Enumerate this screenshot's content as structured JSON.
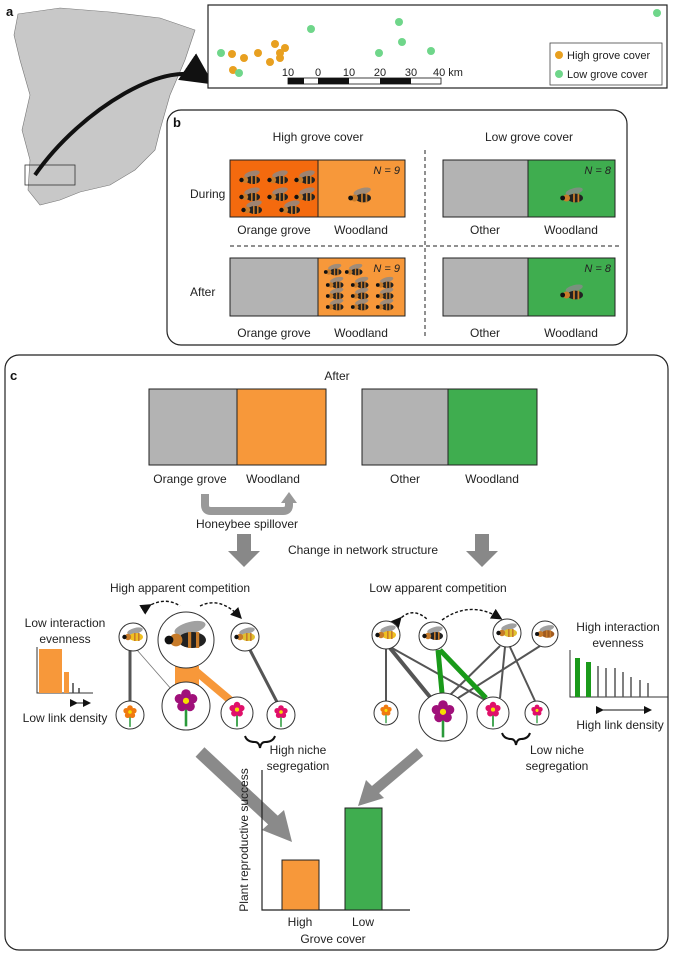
{
  "panel_a": {
    "label": "a",
    "scale_ticks": [
      "10",
      "0",
      "10",
      "20",
      "30",
      "40 km"
    ],
    "legend": [
      {
        "label": "High grove cover",
        "color": "#e8a020"
      },
      {
        "label": "Low grove cover",
        "color": "#6fd68a"
      }
    ]
  },
  "panel_b": {
    "label": "b",
    "col_headers": [
      "High grove cover",
      "Low grove cover"
    ],
    "row_labels": [
      "During",
      "After"
    ],
    "n_high": "N = 9",
    "n_low": "N = 8",
    "habitats": {
      "orange_grove": "Orange grove",
      "woodland": "Woodland",
      "other": "Other"
    }
  },
  "panel_c": {
    "label": "c",
    "title": "After",
    "habitats": {
      "orange_grove": "Orange grove",
      "woodland": "Woodland",
      "other": "Other"
    },
    "spillover": "Honeybee spillover",
    "change": "Change in network structure",
    "left": {
      "title": "High apparent competition",
      "evenness": [
        "Low interaction",
        "evenness"
      ],
      "link_density": "Low link density",
      "niche": [
        "High niche",
        "segregation"
      ]
    },
    "right": {
      "title": "Low apparent competition",
      "evenness": [
        "High interaction",
        "evenness"
      ],
      "link_density": "High link density",
      "niche": [
        "Low niche",
        "segregation"
      ]
    }
  },
  "colors": {
    "orange_dark": "#f46a0e",
    "orange": "#f7983a",
    "green": "#3fad4f",
    "gray": "#b3b3b3",
    "arrow_gray": "#8a8a8a"
  },
  "chart_data": {
    "type": "bar",
    "categories": [
      "High",
      "Low"
    ],
    "values": [
      0.49,
      1.0
    ],
    "colors": [
      "#f7983a",
      "#3fad4f"
    ],
    "xlabel": "Grove cover",
    "ylabel": "Plant reproductive success"
  }
}
